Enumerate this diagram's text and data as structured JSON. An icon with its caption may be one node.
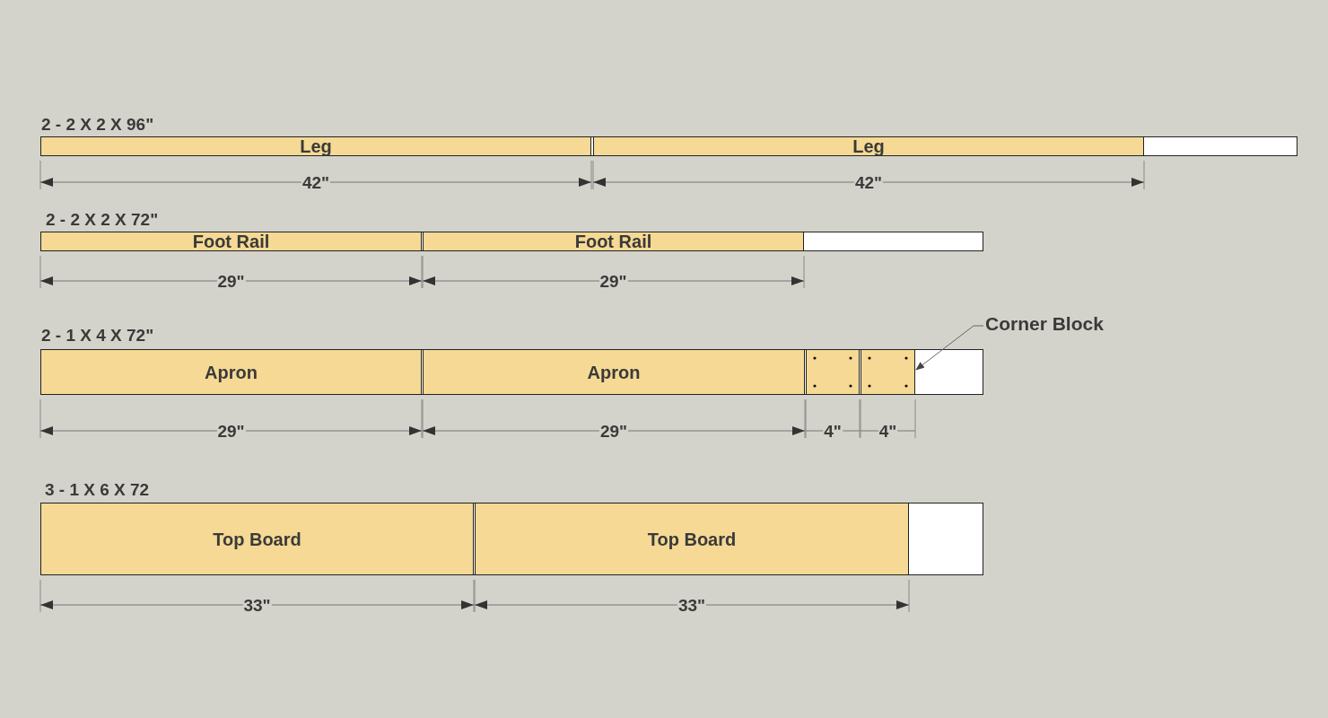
{
  "diagram": {
    "nodes": [
      {
        "text": [
          "2 - 2 X 2 X 96\""
        ]
      },
      {
        "text": [
          "Leg"
        ],
        "in": 0
      },
      {
        "text": [
          "Leg"
        ],
        "in": 0
      },
      {
        "text": [
          "2 - 2 X 2 X 72\""
        ]
      },
      {
        "text": [
          "Foot Rail"
        ],
        "in": 3
      },
      {
        "text": [
          "Foot Rail"
        ],
        "in": 3
      },
      {
        "text": [
          "2 - 1 X 4 X 72\""
        ]
      },
      {
        "text": [
          "Apron"
        ],
        "in": 6
      },
      {
        "text": [
          "Apron"
        ],
        "in": 6
      },
      {
        "text": [],
        "shape": "box",
        "in": 6
      },
      {
        "text": [],
        "shape": "box",
        "in": 6
      },
      {
        "text": [
          "Corner Block"
        ]
      },
      {
        "text": [
          "3 - 1 X 6 X 72"
        ]
      },
      {
        "text": [
          "Top Board"
        ],
        "in": 12
      },
      {
        "text": [
          "Top Board"
        ],
        "in": 12
      }
    ],
    "edges": [
      {
        "from": 11,
        "to": 10,
        "arrow": "to"
      }
    ],
    "labels": [
      "42\"",
      "42\"",
      "29\"",
      "29\"",
      "29\"",
      "29\"",
      "4\"",
      "4\"",
      "33\"",
      "33\""
    ]
  }
}
